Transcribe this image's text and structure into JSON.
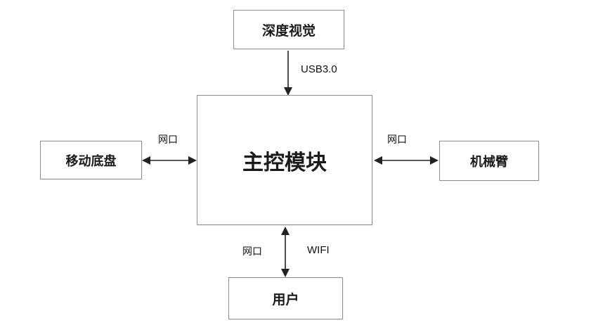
{
  "diagram": {
    "boxes": {
      "depth_vision": {
        "label": "深度视觉"
      },
      "main_control": {
        "label": "主控模块"
      },
      "mobile_chassis": {
        "label": "移动底盘"
      },
      "robot_arm": {
        "label": "机械臂"
      },
      "user": {
        "label": "用户"
      }
    },
    "edges": {
      "usb": {
        "label": "USB3.0",
        "from": "depth_vision",
        "to": "main_control",
        "direction": "down"
      },
      "left_network": {
        "label": "网口",
        "from": "mobile_chassis",
        "to": "main_control",
        "direction": "bidirectional"
      },
      "right_network": {
        "label": "网口",
        "from": "main_control",
        "to": "robot_arm",
        "direction": "bidirectional"
      },
      "bottom_network": {
        "label": "网口",
        "from": "main_control",
        "to": "user",
        "direction": "bidirectional"
      },
      "wifi": {
        "label": "WIFI"
      }
    },
    "colors": {
      "background": "#ffffff",
      "box_border": "#8f8f8f",
      "line": "#222222",
      "text": "#1a1a1a"
    }
  }
}
